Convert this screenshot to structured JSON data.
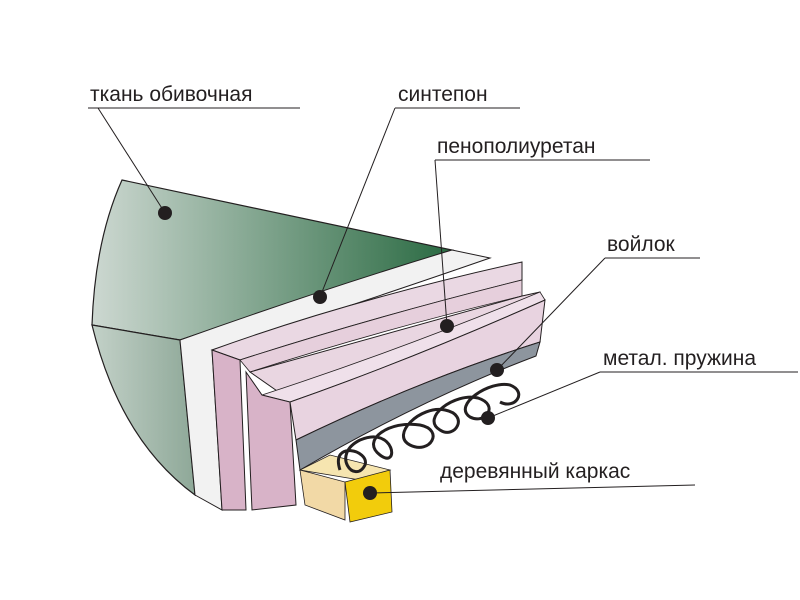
{
  "labels": {
    "fabric": "ткань обивочная",
    "synthepon": "синтепон",
    "foam": "пенополиуретан",
    "felt": "войлок",
    "spring": "метал. пружина",
    "frame": "деревянный каркас"
  },
  "colors": {
    "fabric_dark": "#2e6b45",
    "fabric_light": "#c9d6cf",
    "foam": "#e9d6e1",
    "foam_side": "#d8b3c8",
    "felt": "#8a929b",
    "frame": "#f2d9a6",
    "frame_front": "#f2cc0c"
  }
}
